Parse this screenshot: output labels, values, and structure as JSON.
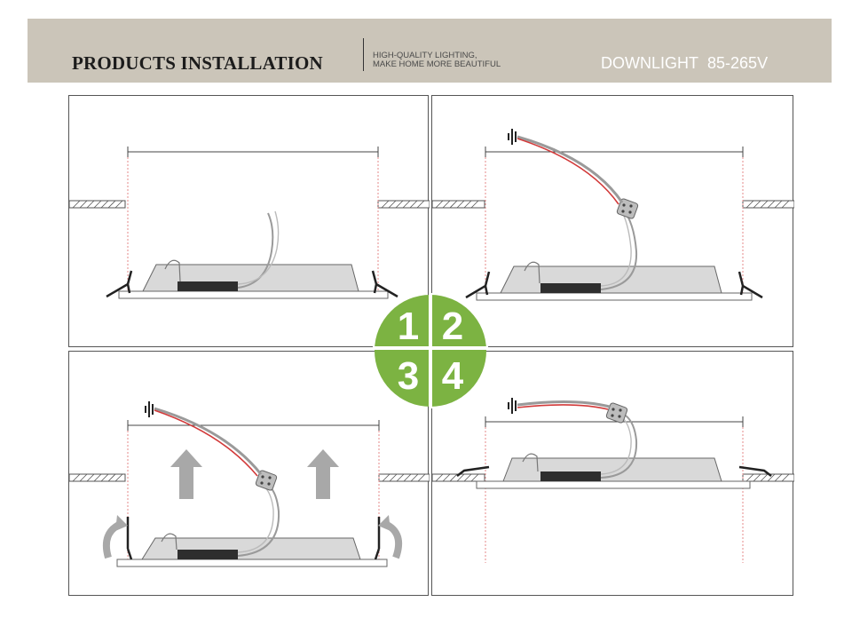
{
  "header": {
    "title": "PRODUCTS INSTALLATION",
    "tagline_line1": "HIGH-QUALITY LIGHTING,",
    "tagline_line2": "MAKE HOME MORE BEAUTIFUL",
    "product_label": "DOWNLIGHT",
    "voltage": "85-265V"
  },
  "steps": [
    {
      "number": "1"
    },
    {
      "number": "2"
    },
    {
      "number": "3"
    },
    {
      "number": "4"
    }
  ],
  "colors": {
    "banner": "#cbc5b9",
    "badge_green": "#7cb342",
    "wire_red": "#d23a3a",
    "wire_grey": "#9a9a9a",
    "guide_red": "#e48a8a",
    "panel_fill": "#d9d9d9",
    "driver": "#2e2e2e",
    "arrow_grey": "#a8a8a8"
  }
}
